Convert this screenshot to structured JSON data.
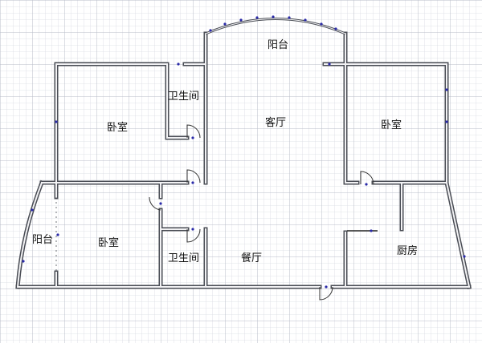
{
  "plan": {
    "rooms": [
      {
        "id": "balcony-top",
        "label": "阳台"
      },
      {
        "id": "living-room",
        "label": "客厅"
      },
      {
        "id": "bedroom-left",
        "label": "卧室"
      },
      {
        "id": "bedroom-right",
        "label": "卧室"
      },
      {
        "id": "bathroom-top",
        "label": "卫生间"
      },
      {
        "id": "balcony-left",
        "label": "阳台"
      },
      {
        "id": "bedroom-bottom-left",
        "label": "卧室"
      },
      {
        "id": "bathroom-bottom",
        "label": "卫生间"
      },
      {
        "id": "dining-room",
        "label": "餐厅"
      },
      {
        "id": "kitchen",
        "label": "厨房"
      }
    ]
  },
  "colors": {
    "grid_minor": "#d9dbe2",
    "grid_major": "#b9bcc8",
    "wall_outer": "#4a4d55",
    "wall_inner": "#f2f2f4",
    "marker": "#2a2aa8",
    "text": "#111111"
  }
}
